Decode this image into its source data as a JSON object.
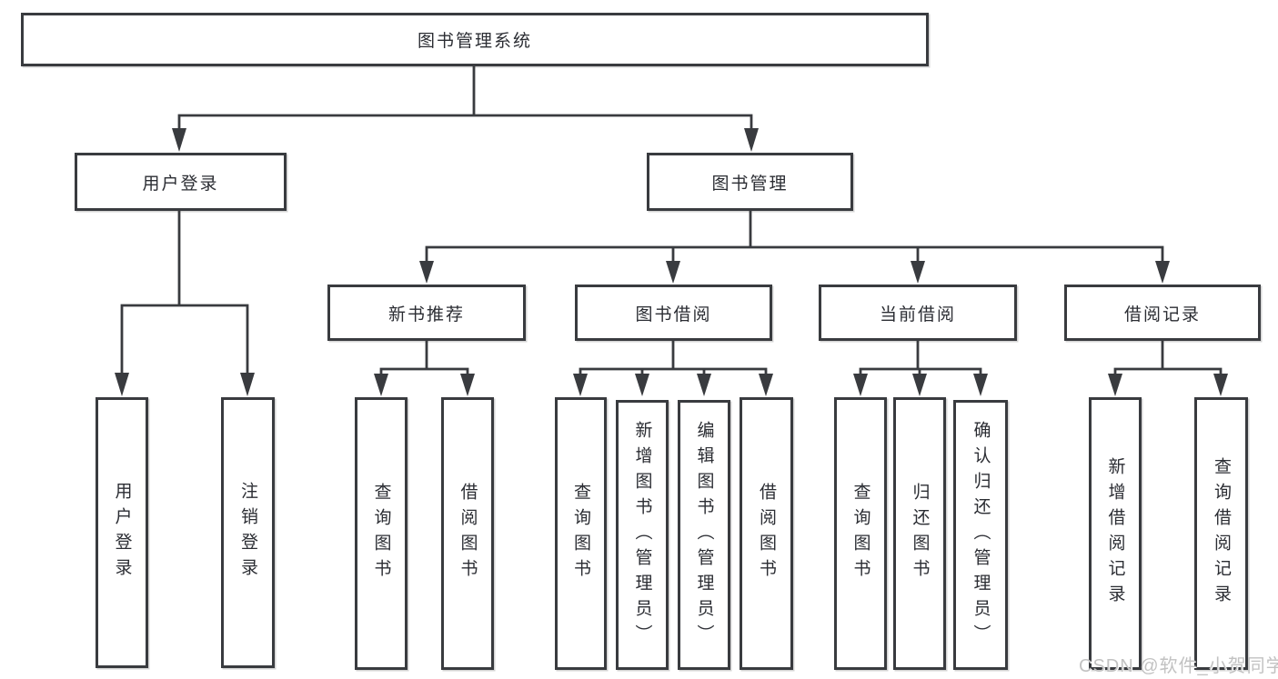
{
  "root": {
    "label": "图书管理系统"
  },
  "branches": {
    "user": {
      "label": "用户登录",
      "children": [
        "用户登录",
        "注销登录"
      ]
    },
    "book": {
      "label": "图书管理"
    }
  },
  "modules": [
    {
      "label": "新书推荐",
      "children": [
        "查询图书",
        "借阅图书"
      ]
    },
    {
      "label": "图书借阅",
      "children": [
        "查询图书",
        "新增图书（管理员）",
        "编辑图书（管理员）",
        "借阅图书"
      ]
    },
    {
      "label": "当前借阅",
      "children": [
        "查询图书",
        "归还图书",
        "确认归还（管理员）"
      ]
    },
    {
      "label": "借阅记录",
      "children": [
        "新增借阅记录",
        "查询借阅记录"
      ]
    }
  ],
  "watermark": "CSDN @软件_小贺同学",
  "colors": {
    "line": "#393b3f",
    "box_background": "#ffffff",
    "text": "#2b2d33",
    "watermark": "#c2c2c2"
  }
}
